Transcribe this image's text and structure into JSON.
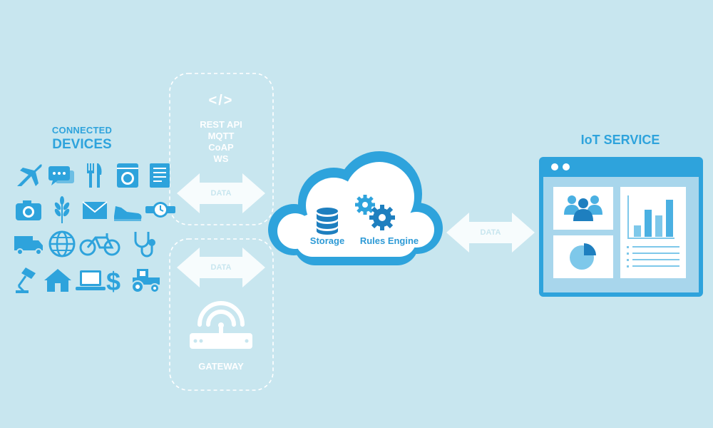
{
  "devices": {
    "title_small": "CONNECTED",
    "title_big": "DEVICES",
    "icons": [
      "airplane-icon",
      "chat-bubbles-icon",
      "fork-knife-icon",
      "washing-machine-icon",
      "document-icon",
      "camera-icon",
      "wheat-icon",
      "envelope-icon",
      "sneaker-icon",
      "wristwatch-icon",
      "truck-icon",
      "globe-icon",
      "bicycle-icon",
      "stethoscope-icon",
      "desk-lamp-icon",
      "house-icon",
      "laptop-icon",
      "dollar-icon",
      "tractor-icon"
    ]
  },
  "protocols": {
    "code_glyph": "</>",
    "lines": [
      "REST API",
      "MQTT",
      "CoAP",
      "WS"
    ]
  },
  "arrows": {
    "top_label": "DATA",
    "bottom_label": "DATA",
    "right_label": "DATA"
  },
  "gateway": {
    "label": "GATEWAY"
  },
  "cloud": {
    "storage_label": "Storage",
    "rules_label": "Rules Engine"
  },
  "iot_service": {
    "title": "IoT SERVICE"
  },
  "colors": {
    "background": "#c8e6ef",
    "accent_blue": "#2ea3dc",
    "dark_blue": "#1e7fbf",
    "light_panel": "#a8d6ec",
    "white": "#ffffff"
  }
}
